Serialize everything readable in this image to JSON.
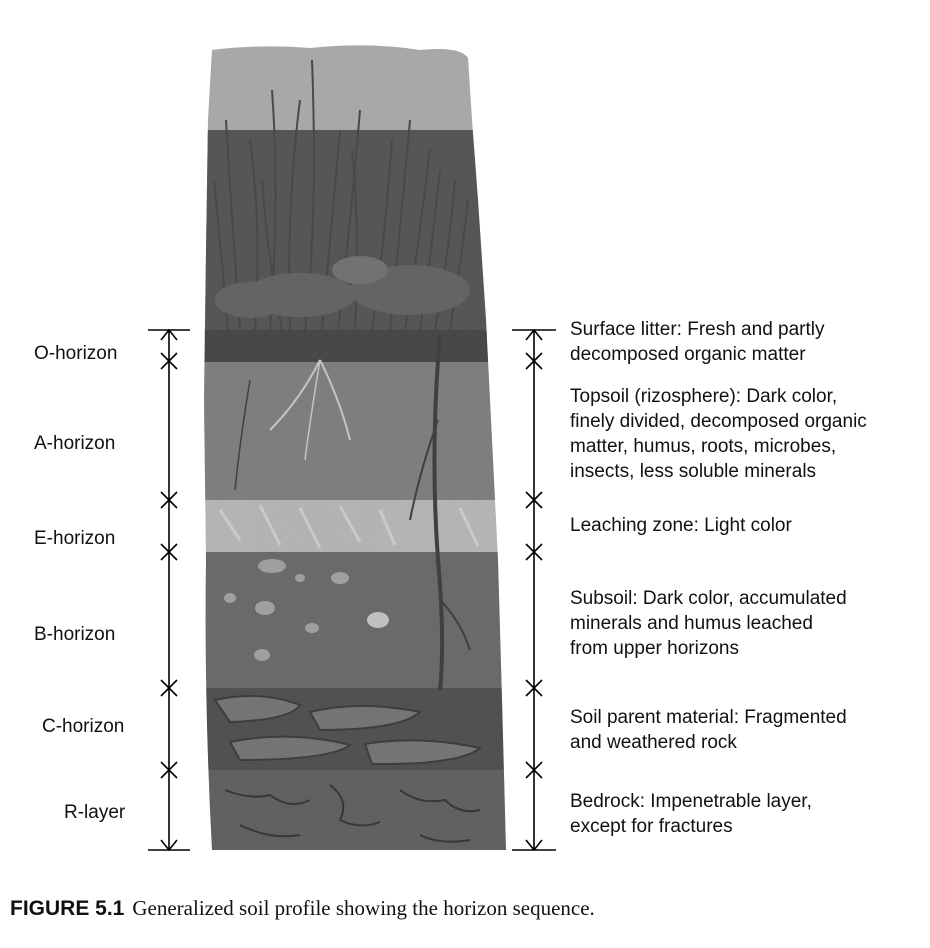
{
  "figure": {
    "caption_number": "FIGURE 5.1",
    "caption_text": "Generalized soil profile showing the horizon sequence."
  },
  "horizons": [
    {
      "name": "O-horizon",
      "description_lines": [
        "Surface litter: Fresh and partly",
        "decomposed organic matter"
      ]
    },
    {
      "name": "A-horizon",
      "description_lines": [
        "Topsoil (rizosphere): Dark color,",
        "finely divided, decomposed organic",
        "matter, humus, roots, microbes,",
        "insects, less soluble minerals"
      ]
    },
    {
      "name": "E-horizon",
      "description_lines": [
        "Leaching zone: Light color"
      ]
    },
    {
      "name": "B-horizon",
      "description_lines": [
        "Subsoil: Dark color, accumulated",
        "minerals and humus leached",
        "from upper horizons"
      ]
    },
    {
      "name": "C-horizon",
      "description_lines": [
        "Soil parent material: Fragmented",
        "and weathered rock"
      ]
    },
    {
      "name": "R-layer",
      "description_lines": [
        "Bedrock: Impenetrable layer,",
        "except for fractures"
      ]
    }
  ],
  "colors": {
    "vegetation": "#3f3f3f",
    "o_horizon": "#2a2a2a",
    "a_horizon": "#7d7d7d",
    "e_horizon": "#cfcfcf",
    "b_horizon": "#5e5e5e",
    "c_horizon": "#383838",
    "r_layer": "#505050",
    "sky": "#bdbdbd"
  }
}
